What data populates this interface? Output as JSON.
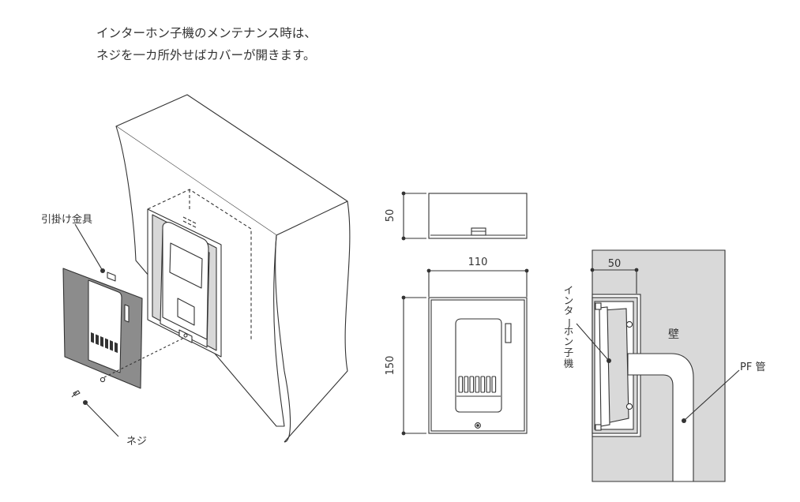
{
  "intro": {
    "line1": "インターホン子機のメンテナンス時は、",
    "line2": "ネジを一カ所外せばカバーが開きます。"
  },
  "iso": {
    "hook_label": "引掛け金具",
    "screw_label": "ネジ"
  },
  "dims": {
    "depth": "50",
    "width": "110",
    "height": "150"
  },
  "section": {
    "dim_depth": "50",
    "wall_label": "壁",
    "pipe_label": "PF 管",
    "unit_label": [
      "イ",
      "ン",
      "タ",
      "ー",
      "ホ",
      "ン",
      "子",
      "機"
    ]
  }
}
